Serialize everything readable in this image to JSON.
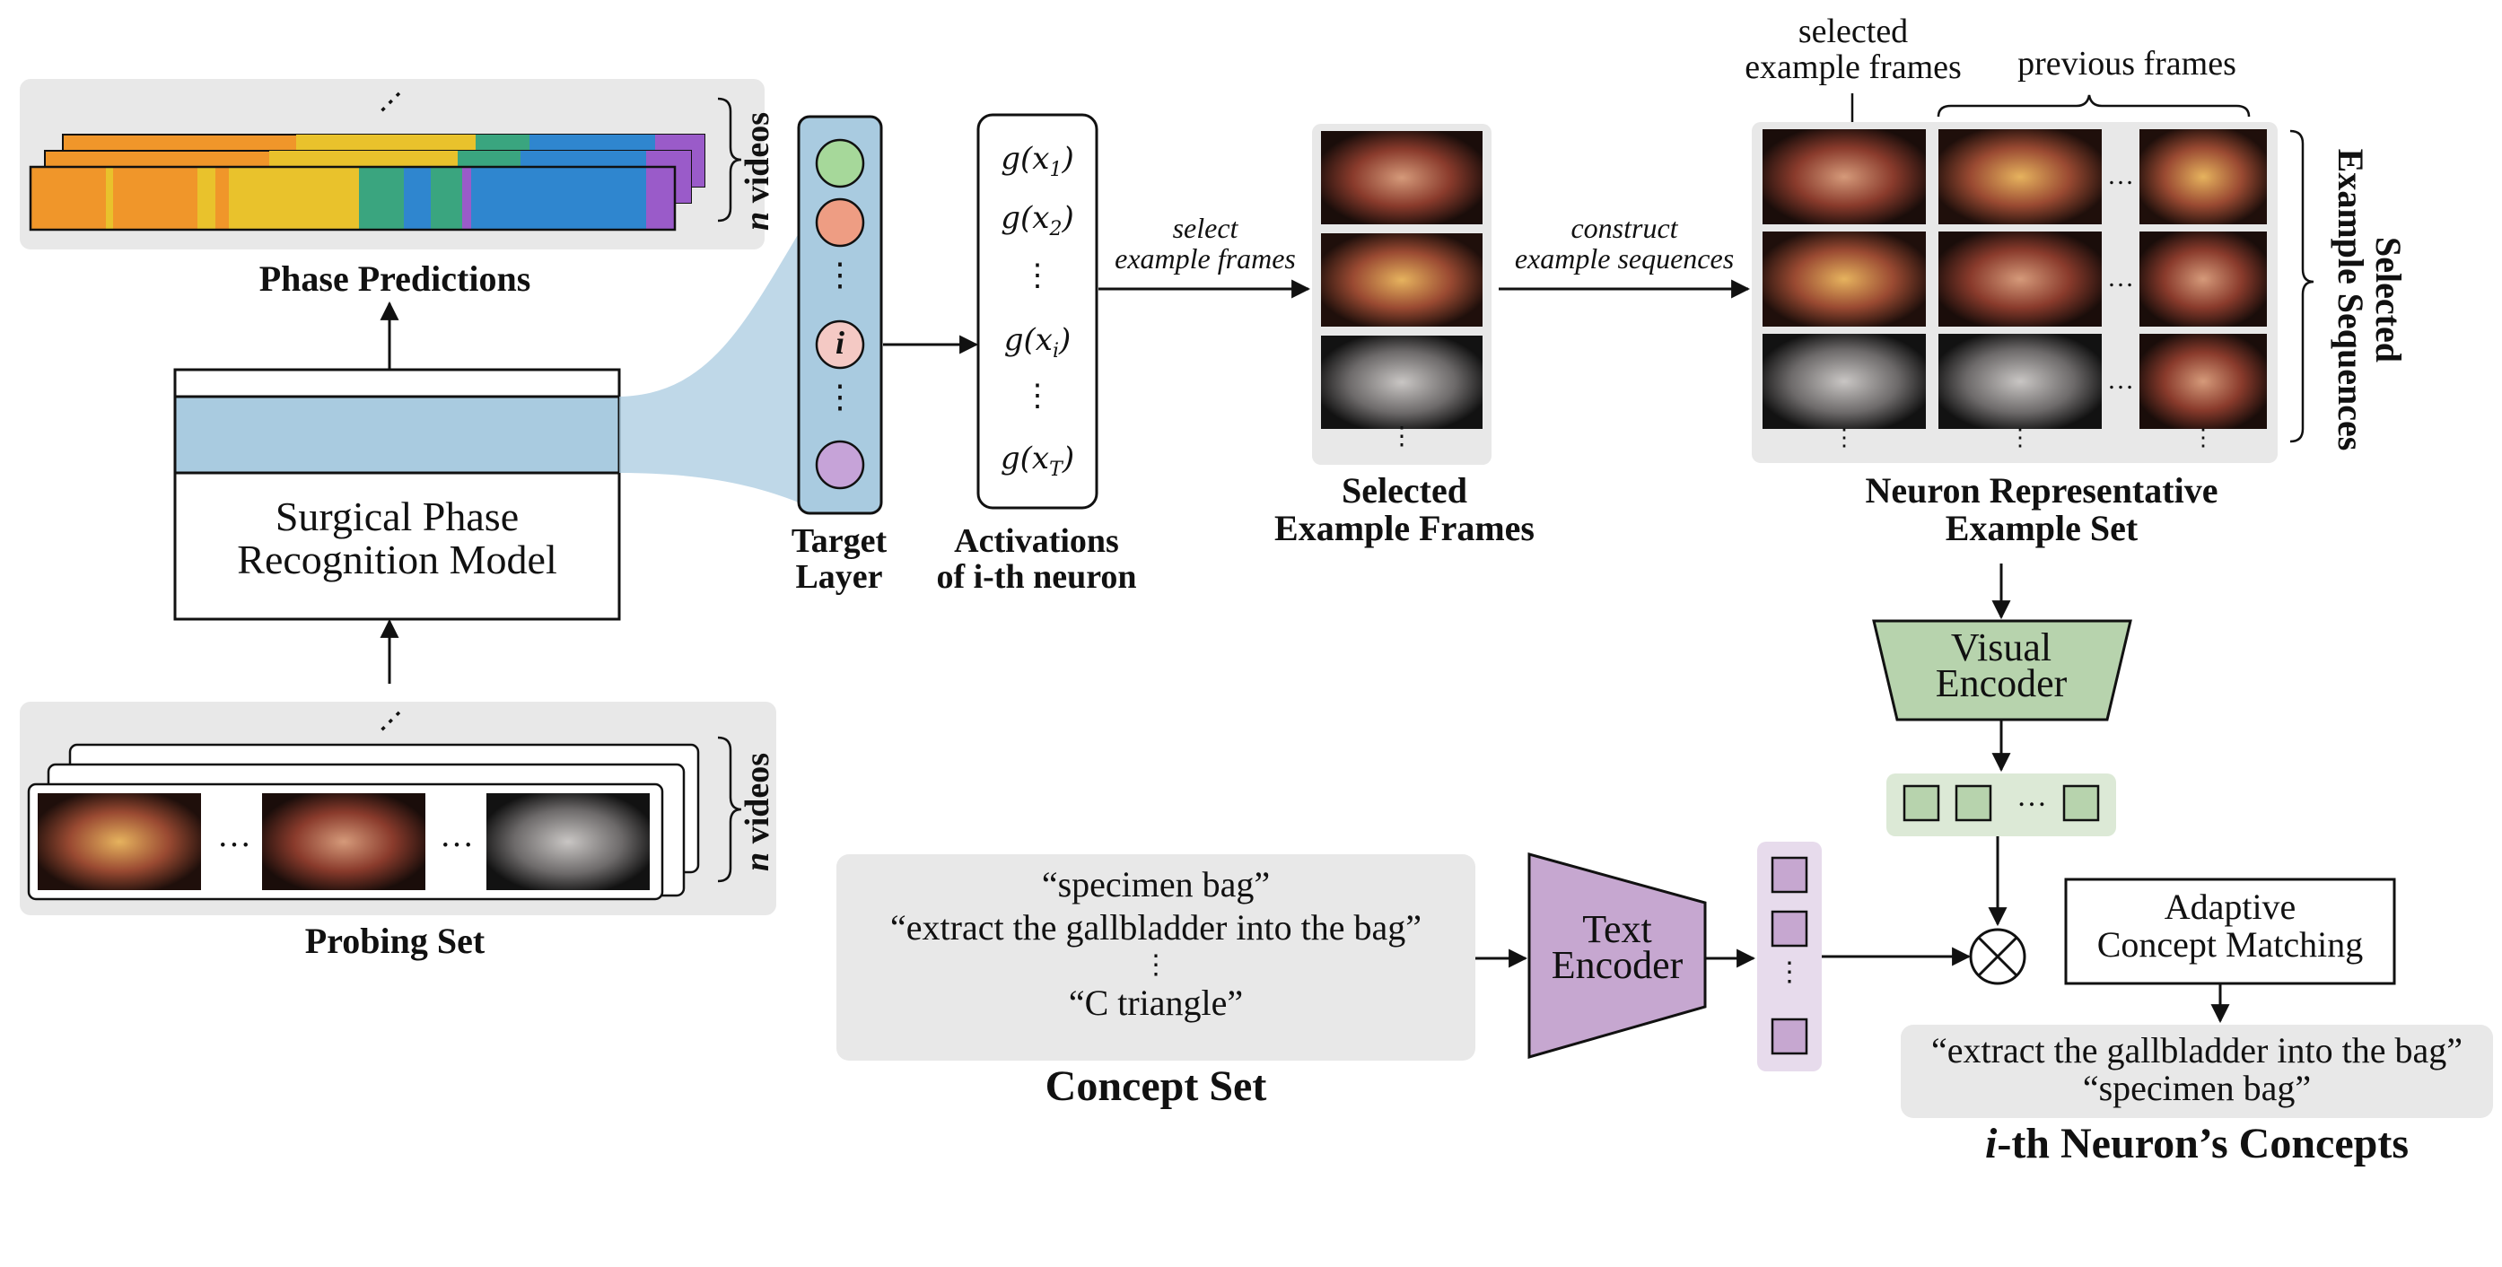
{
  "phase_predictions": {
    "title": "Phase Predictions",
    "n_label_n": "n",
    "n_label_rest": "videos",
    "dots": "⋮"
  },
  "model": {
    "line1": "Surgical Phase",
    "line2": "Recognition Model"
  },
  "probing_set": {
    "title": "Probing Set",
    "n_label_n": "n",
    "n_label_rest": "videos",
    "ellipsis": "…"
  },
  "target_layer": {
    "line1": "Target",
    "line2": "Layer",
    "neuron_i": "i",
    "dots": "⋮"
  },
  "activations": {
    "line1": "Activations",
    "line2": "of i-th neuron",
    "g1": "g(x1)",
    "g2": "g(x2)",
    "gi": "g(xi)",
    "gT": "g(xT)",
    "dots": "⋮"
  },
  "arrows": {
    "select_line1": "select",
    "select_line2": "example frames",
    "construct_line1": "construct",
    "construct_line2": "example sequences"
  },
  "selected_frames": {
    "line1": "Selected",
    "line2": "Example Frames",
    "dots": "⋮"
  },
  "representative_set": {
    "top_label_line1": "selected",
    "top_label_line2": "example frames",
    "previous_label": "previous frames",
    "title_line1": "Neuron Representative",
    "title_line2": "Example Set",
    "side_line1": "Selected",
    "side_line2": "Example Sequences",
    "ellipsis": "…",
    "dots": "⋮"
  },
  "visual_encoder": {
    "line1": "Visual",
    "line2": "Encoder",
    "ellipsis": "…"
  },
  "concept_set": {
    "items": [
      "“specimen bag”",
      "“extract the gallbladder into the bag”",
      "⋮",
      "“C triangle”"
    ],
    "title": "Concept Set"
  },
  "text_encoder": {
    "line1": "Text",
    "line2": "Encoder",
    "dots": "⋮"
  },
  "matching": {
    "line1": "Adaptive",
    "line2": "Concept Matching"
  },
  "neuron_concepts": {
    "items": [
      "“extract the gallbladder into the bag”",
      "“specimen bag”"
    ],
    "title_i": "i",
    "title_rest": "-th Neuron’s Concepts"
  },
  "colors": {
    "panel_gray": "#e8e8e8",
    "layer_blue": "#a9cbe0",
    "encoder_green": "#b7d3ad",
    "encoder_purple": "#c6a7d0",
    "phase_orange": "#f0962a",
    "phase_yellow": "#e9c22c",
    "phase_green": "#3aa57f",
    "phase_blue": "#2f86cf",
    "phase_purple": "#9a5bc9",
    "neuron_green": "#a6d89a",
    "neuron_salmon": "#ee9d83",
    "neuron_pink": "#f4c9c4",
    "neuron_purple": "#c6a3d8"
  }
}
